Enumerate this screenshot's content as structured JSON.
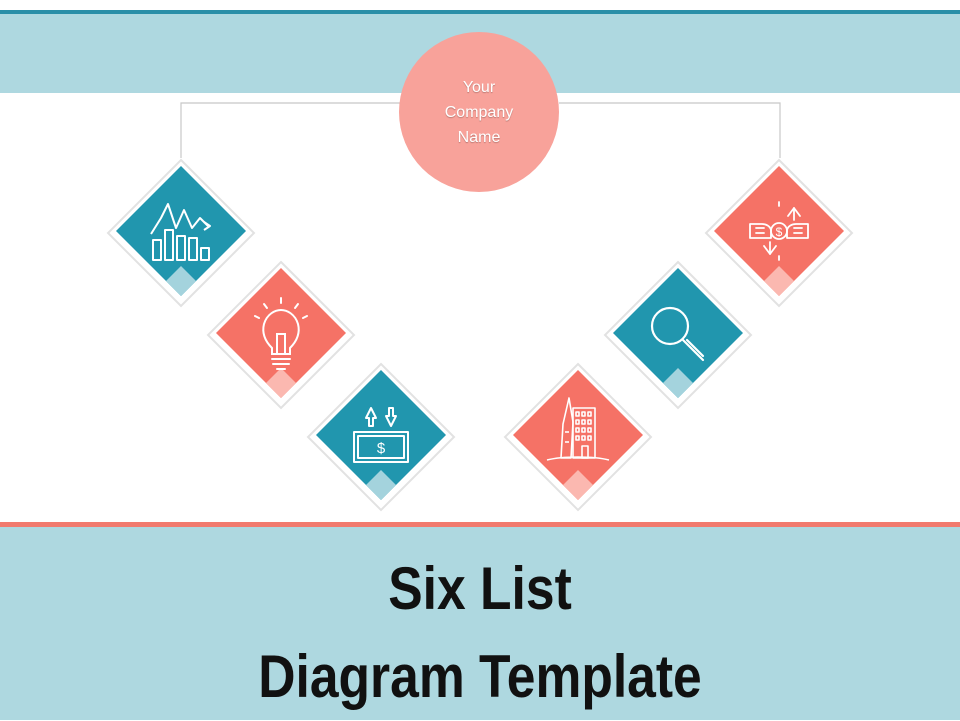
{
  "company": {
    "line1": "Your",
    "line2": "Company",
    "line3": "Name"
  },
  "title": {
    "line1": "Six List",
    "line2": "Diagram Template"
  },
  "colors": {
    "band": "#aed8e0",
    "teal": "#2196ae",
    "coral": "#f57266",
    "circle": "#f8a29a",
    "top_stripe": "#2a8fa8",
    "bottom_stripe": "#f27a6e"
  },
  "items": [
    {
      "icon": "bar-chart-trend-icon",
      "color": "teal"
    },
    {
      "icon": "lightbulb-icon",
      "color": "coral"
    },
    {
      "icon": "money-transfer-icon",
      "color": "teal"
    },
    {
      "icon": "buildings-icon",
      "color": "coral"
    },
    {
      "icon": "magnifier-icon",
      "color": "teal"
    },
    {
      "icon": "money-exchange-hands-icon",
      "color": "coral"
    }
  ]
}
